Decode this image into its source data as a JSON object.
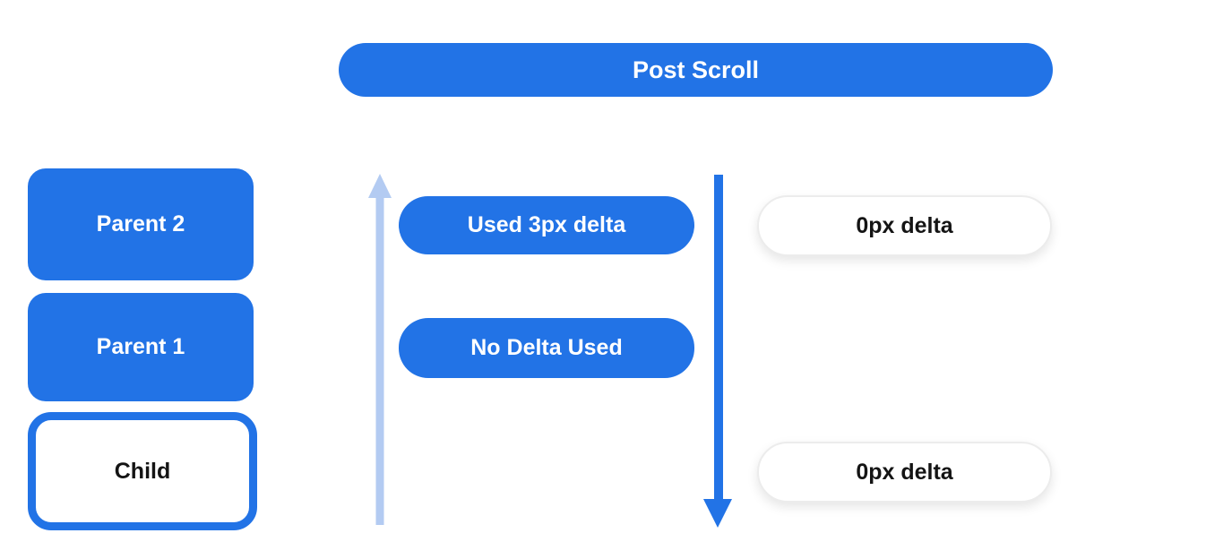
{
  "title_pill": {
    "label": "Post Scroll"
  },
  "widget_stack": {
    "items": [
      {
        "id": "parent-2",
        "label": "Parent 2",
        "style": "filled"
      },
      {
        "id": "parent-1",
        "label": "Parent 1",
        "style": "filled"
      },
      {
        "id": "child",
        "label": "Child",
        "style": "outlined"
      }
    ]
  },
  "flow": {
    "up_arrow": {
      "icon": "scroll-up-arrow-icon",
      "direction": "up",
      "color": "#b3cbf2"
    },
    "down_arrow": {
      "icon": "scroll-down-arrow-icon",
      "direction": "down",
      "color": "#2273e6"
    },
    "delta_labels": [
      {
        "id": "used-3px-delta",
        "label": "Used 3px delta",
        "style": "filled",
        "aligned_with": "parent-2"
      },
      {
        "id": "no-delta-used",
        "label": "No Delta Used",
        "style": "filled",
        "aligned_with": "parent-1"
      }
    ],
    "result_labels": [
      {
        "id": "zero-delta-top",
        "label": "0px delta",
        "style": "outlined",
        "aligned_with": "parent-2"
      },
      {
        "id": "zero-delta-bottom",
        "label": "0px delta",
        "style": "outlined",
        "aligned_with": "child"
      }
    ]
  },
  "colors": {
    "primary_blue": "#2273e6",
    "light_arrow_blue": "#b3cbf2",
    "background": "#ffffff",
    "dark_text": "#141414",
    "white_pill_border": "#ececec"
  }
}
